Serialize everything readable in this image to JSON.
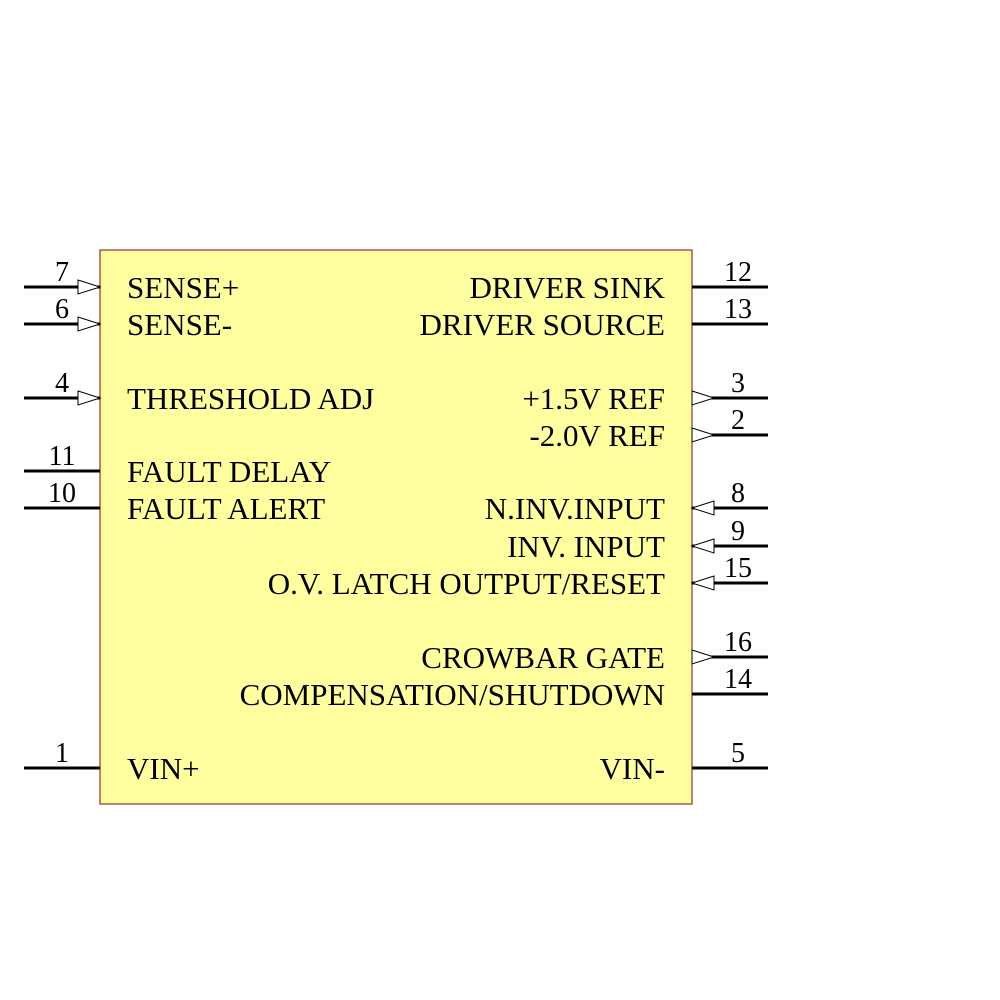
{
  "component": {
    "body_fill": "#ffffa0",
    "body_stroke": "#8b0000",
    "pin_color": "#000000"
  },
  "left_pins": [
    {
      "number": "7",
      "label": "SENSE+",
      "arrow": "input"
    },
    {
      "number": "6",
      "label": "SENSE-",
      "arrow": "input"
    },
    {
      "number": "4",
      "label": "THRESHOLD ADJ",
      "arrow": "input"
    },
    {
      "number": "11",
      "label": "FAULT DELAY",
      "arrow": "none"
    },
    {
      "number": "10",
      "label": "FAULT ALERT",
      "arrow": "none"
    },
    {
      "number": "1",
      "label": "VIN+",
      "arrow": "none"
    }
  ],
  "right_pins": [
    {
      "number": "12",
      "label": "DRIVER SINK",
      "arrow": "none"
    },
    {
      "number": "13",
      "label": "DRIVER SOURCE",
      "arrow": "none"
    },
    {
      "number": "3",
      "label": "+1.5V REF",
      "arrow": "output"
    },
    {
      "number": "2",
      "label": "-2.0V REF",
      "arrow": "output"
    },
    {
      "number": "8",
      "label": "N.INV.INPUT",
      "arrow": "input"
    },
    {
      "number": "9",
      "label": "INV. INPUT",
      "arrow": "input"
    },
    {
      "number": "15",
      "label": "O.V. LATCH OUTPUT/RESET",
      "arrow": "input"
    },
    {
      "number": "16",
      "label": "CROWBAR GATE",
      "arrow": "output"
    },
    {
      "number": "14",
      "label": "COMPENSATION/SHUTDOWN",
      "arrow": "none"
    },
    {
      "number": "5",
      "label": "VIN-",
      "arrow": "none"
    }
  ]
}
